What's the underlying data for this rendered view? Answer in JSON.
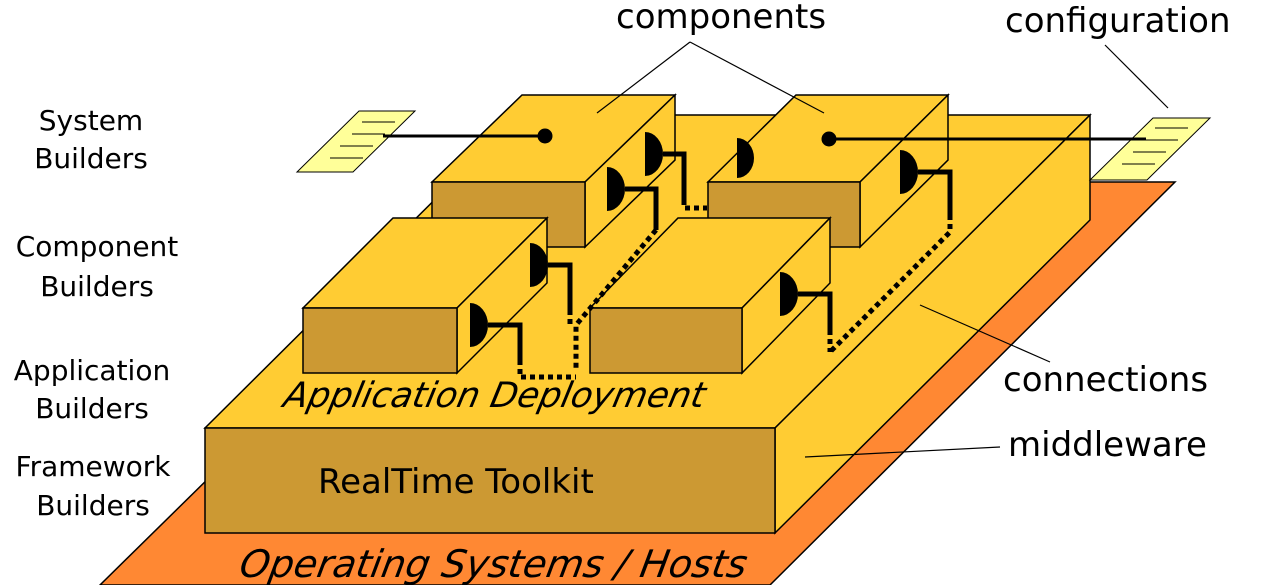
{
  "roles": {
    "system": [
      "System",
      "Builders"
    ],
    "component": [
      "Component",
      "Builders"
    ],
    "application": [
      "Application",
      "Builders"
    ],
    "framework": [
      "Framework",
      "Builders"
    ]
  },
  "callouts": {
    "components": "components",
    "configuration": "configuration",
    "connections": "connections",
    "middleware": "middleware"
  },
  "layers": {
    "os": "Operating Systems / Hosts",
    "deployment": "Application Deployment",
    "toolkit": "RealTime Toolkit"
  },
  "colors": {
    "os": "#ff8833",
    "platform_top": "#ffcc33",
    "box_front": "#cc9933",
    "config_note": "#ffff99"
  }
}
